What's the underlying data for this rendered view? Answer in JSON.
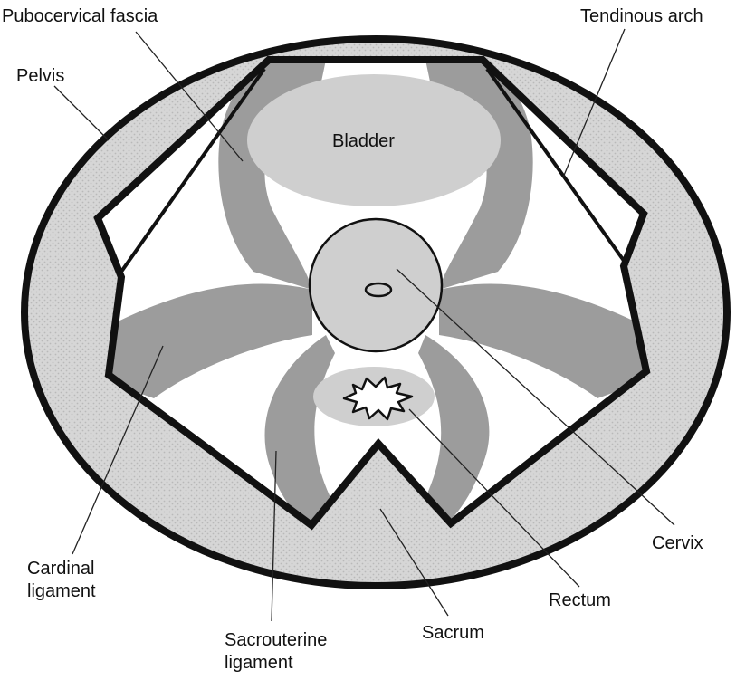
{
  "colors": {
    "background": "#ffffff",
    "stipple_base": "#d6d6d6",
    "stipple_dot": "#b9b9b9",
    "dark_gray": "#9c9c9c",
    "light_gray": "#cfcfcf",
    "outline": "#111111"
  },
  "labels": {
    "pubocervical_fascia": "Pubocervical fascia",
    "tendinous_arch": "Tendinous arch",
    "pelvis": "Pelvis",
    "bladder": "Bladder",
    "cervix": "Cervix",
    "rectum": "Rectum",
    "sacrum": "Sacrum",
    "cardinal_ligament_line1": "Cardinal",
    "cardinal_ligament_line2": "ligament",
    "sacrouterine_ligament_line1": "Sacrouterine",
    "sacrouterine_ligament_line2": "ligament"
  }
}
